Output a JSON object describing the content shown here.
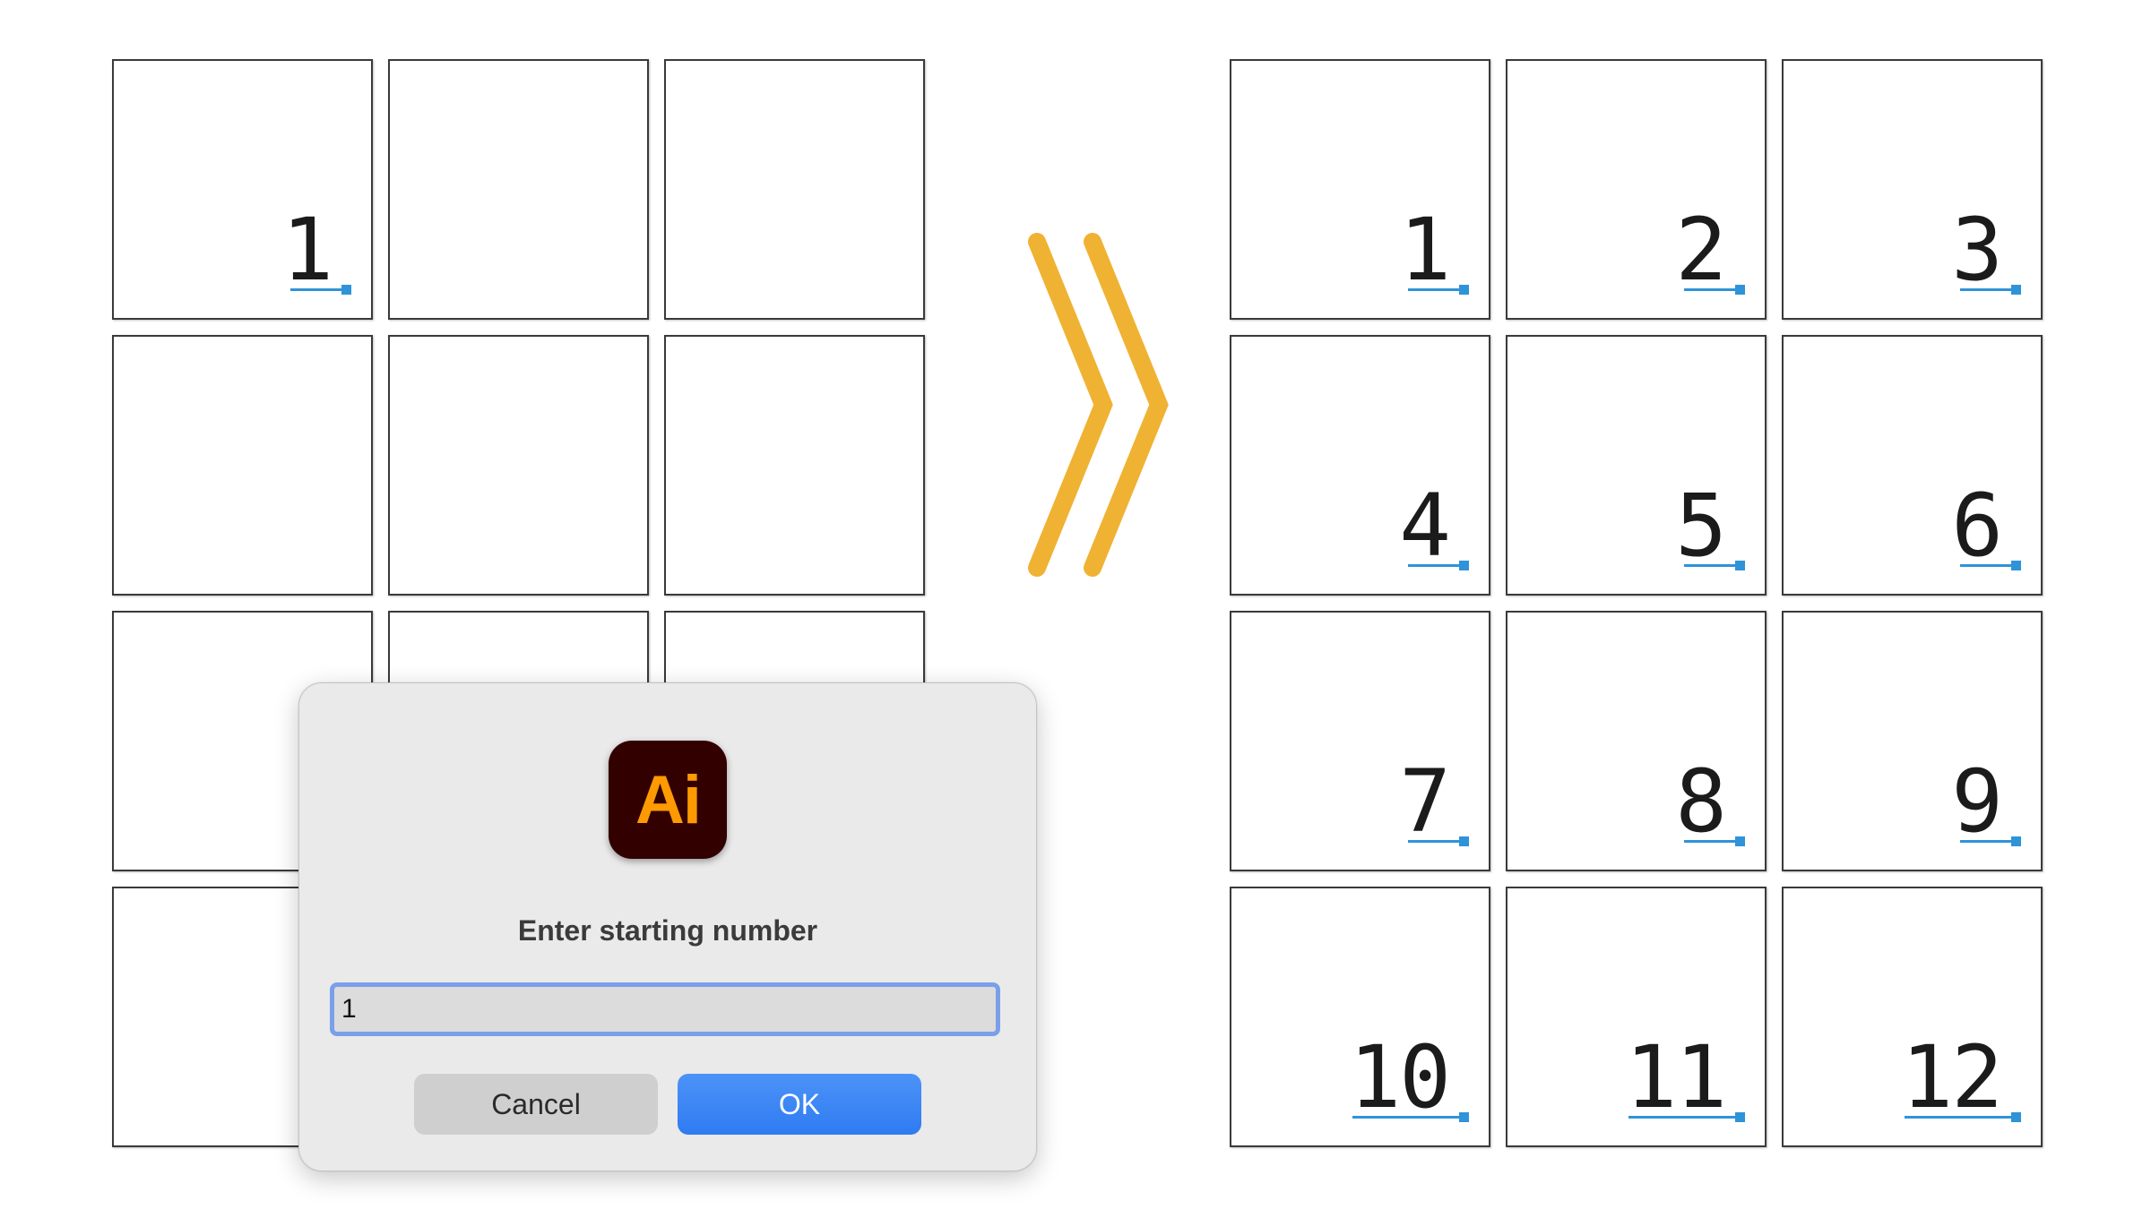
{
  "colors": {
    "accent_blue": "#2f93d8",
    "arrow_gold": "#f0b232",
    "ok_button": "#3b82f6",
    "logo_bg": "#330000",
    "logo_text": "#ff9a00"
  },
  "left_grid": {
    "cells": [
      "1",
      "",
      "",
      "",
      "",
      "",
      "",
      "",
      "",
      "",
      "",
      ""
    ]
  },
  "arrow": {
    "icon": "double-chevron-right-icon"
  },
  "right_grid": {
    "cells": [
      "1",
      "2",
      "3",
      "4",
      "5",
      "6",
      "7",
      "8",
      "9",
      "10",
      "11",
      "12"
    ]
  },
  "dialog": {
    "logo_text": "Ai",
    "prompt": "Enter starting number",
    "input_value": "1",
    "cancel_label": "Cancel",
    "ok_label": "OK"
  }
}
